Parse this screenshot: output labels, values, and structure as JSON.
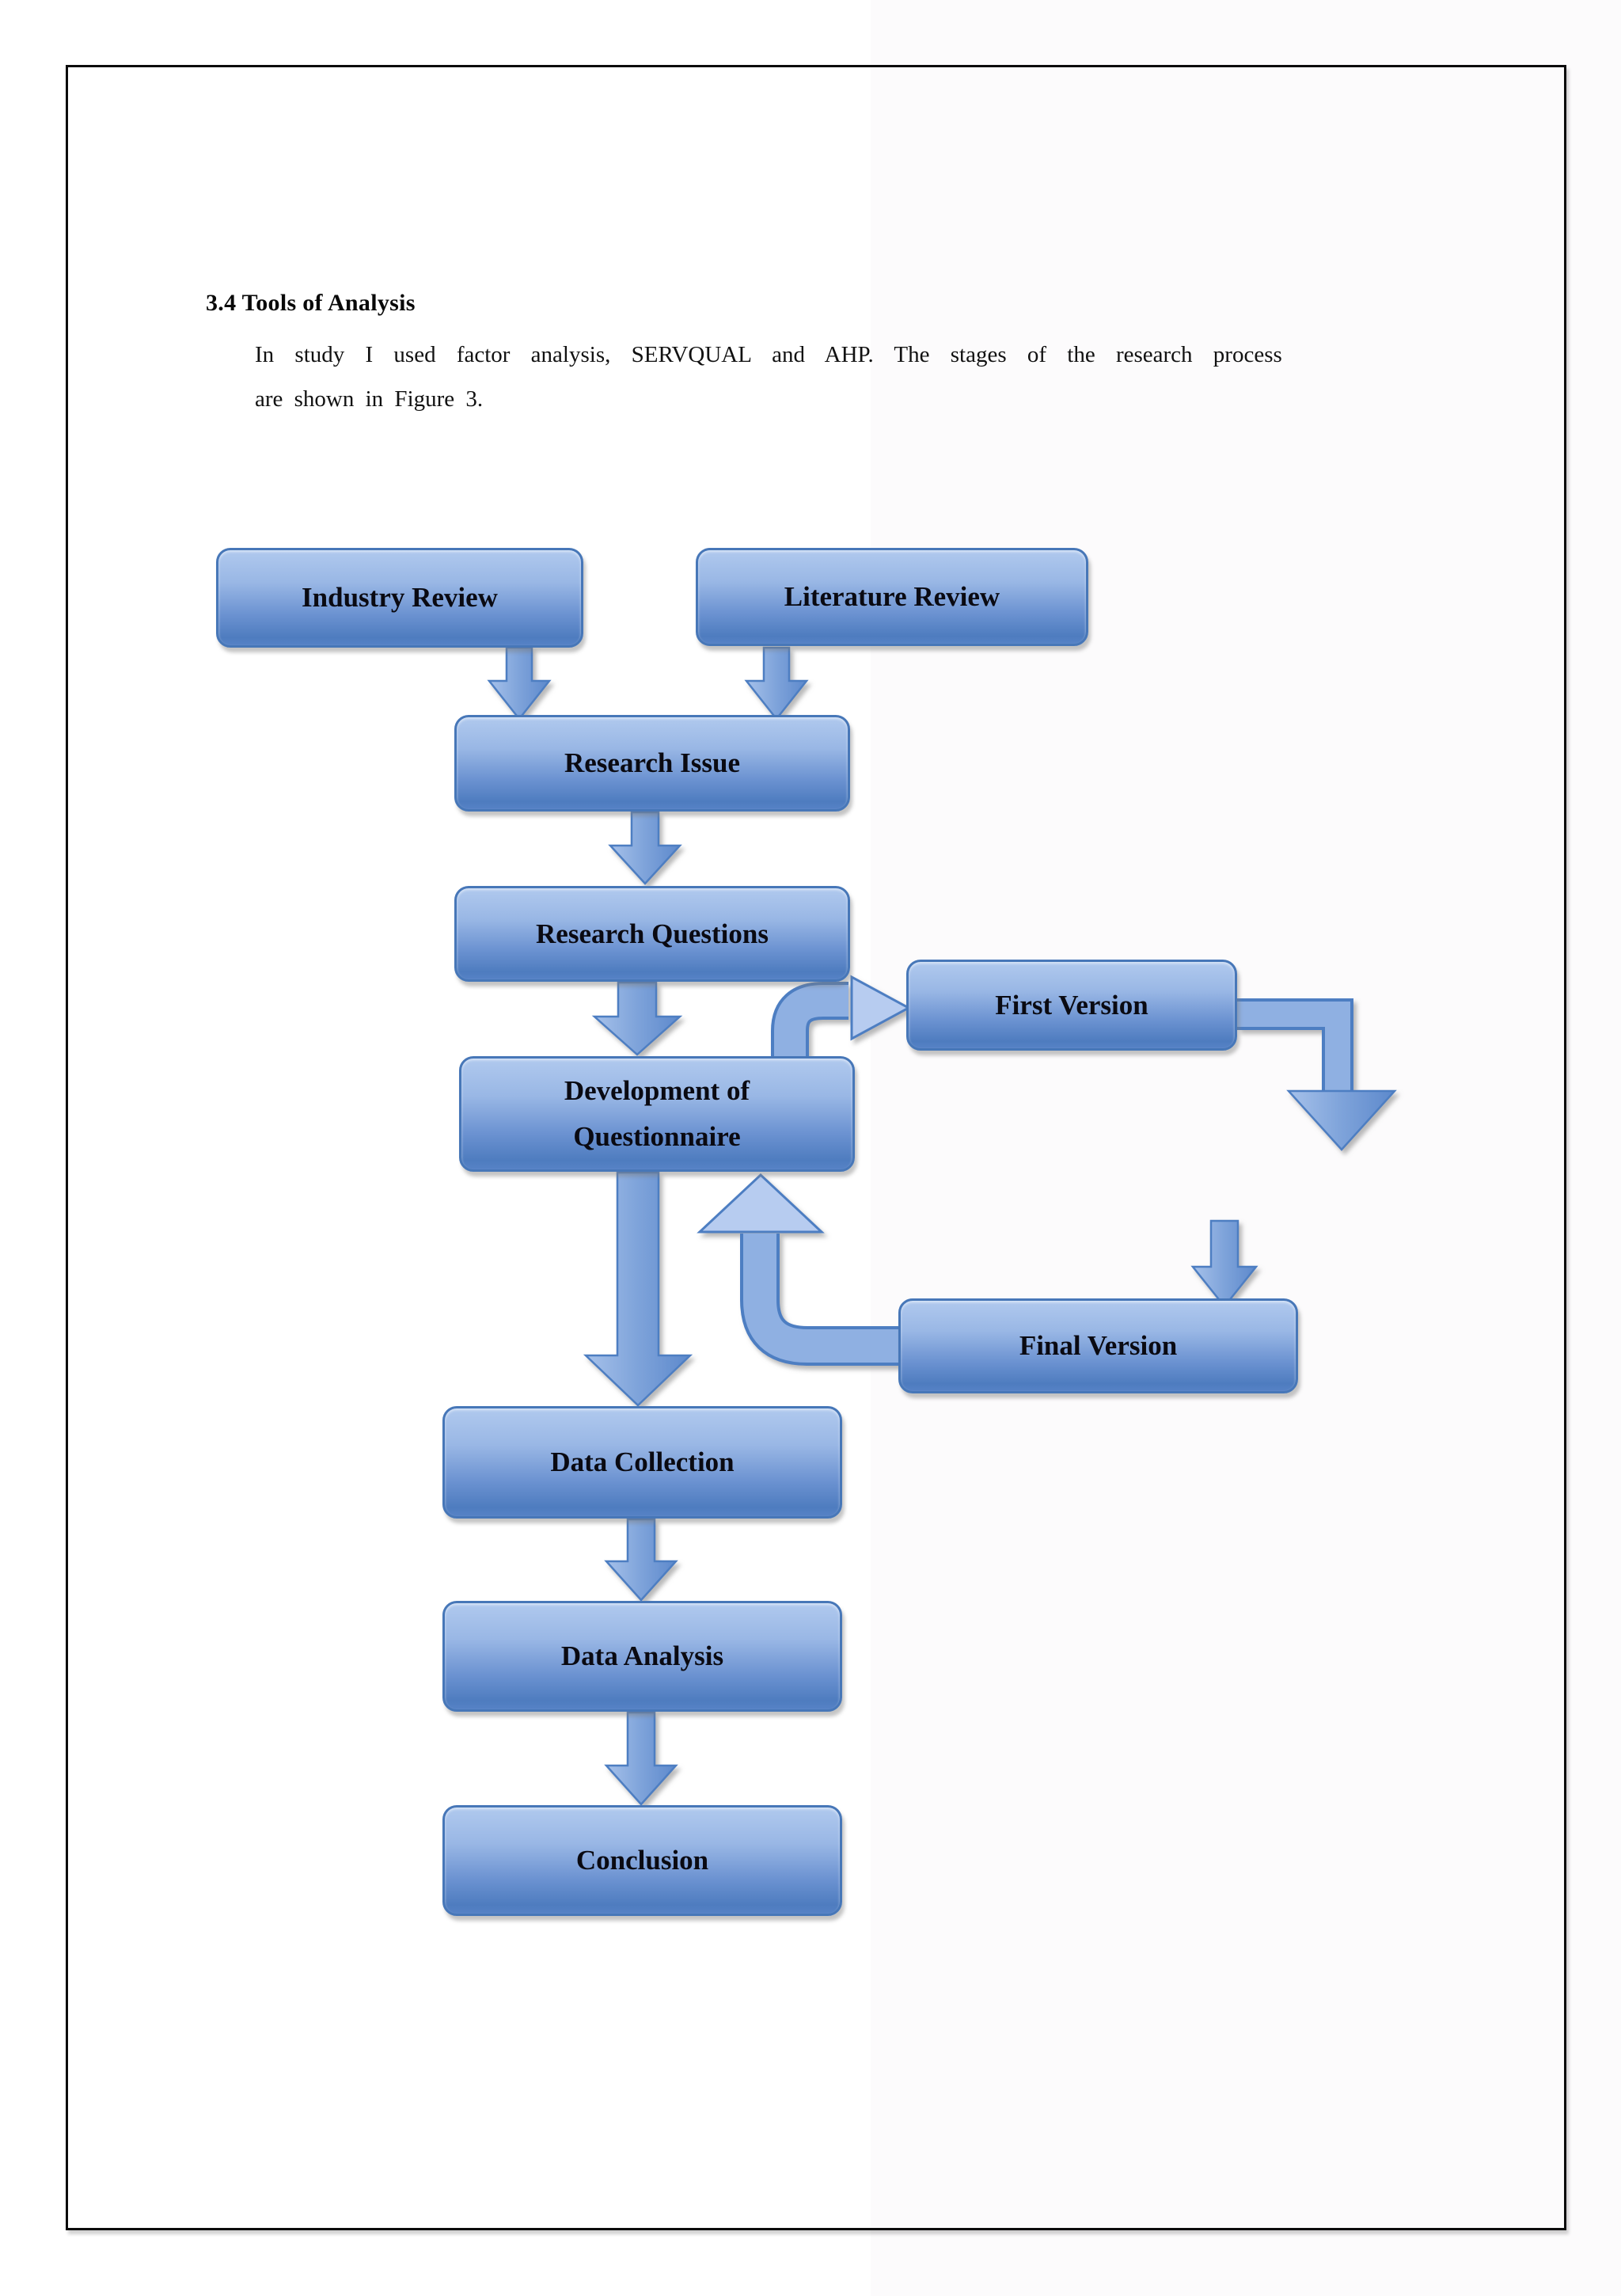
{
  "document": {
    "heading": "3.4 Tools of Analysis",
    "paragraph_lines": [
      "In study I used factor analysis,  SERVQUAL and AHP. The stages of the research process",
      "are shown in Figure 3."
    ]
  },
  "flowchart": {
    "nodes": [
      {
        "id": "industry-review",
        "label": "Industry Review"
      },
      {
        "id": "literature-review",
        "label": "Literature Review"
      },
      {
        "id": "research-issue",
        "label": "Research Issue"
      },
      {
        "id": "research-questions",
        "label": "Research Questions"
      },
      {
        "id": "first-version",
        "label": "First Version"
      },
      {
        "id": "development-of-questionnaire",
        "label": "Development of Questionnaire",
        "label_lines": [
          "Development of",
          "Questionnaire"
        ]
      },
      {
        "id": "final-version",
        "label": "Final Version"
      },
      {
        "id": "data-collection",
        "label": "Data Collection"
      },
      {
        "id": "data-analysis",
        "label": "Data Analysis"
      },
      {
        "id": "conclusion",
        "label": "Conclusion"
      }
    ],
    "edges": [
      {
        "from": "Industry Review",
        "to": "Research Issue"
      },
      {
        "from": "Literature Review",
        "to": "Research Issue"
      },
      {
        "from": "Research Issue",
        "to": "Research Questions"
      },
      {
        "from": "Research Questions",
        "to": "Development of Questionnaire"
      },
      {
        "from": "Development of Questionnaire",
        "to": "First Version"
      },
      {
        "from": "First Version",
        "to": "Final Version"
      },
      {
        "from": "Final Version",
        "to": "Development of Questionnaire"
      },
      {
        "from": "Development of Questionnaire",
        "to": "Data Collection"
      },
      {
        "from": "Data Collection",
        "to": "Data Analysis"
      },
      {
        "from": "Data Analysis",
        "to": "Conclusion"
      }
    ],
    "colors": {
      "box_border": "#4777b8",
      "box_fill_top": "#b0c9ee",
      "box_fill_bottom": "#4e7cbf",
      "arrow_fill": "#7ea3da",
      "arrow_border": "#4d7ec2",
      "arrowhead_light_fill": "#b7ccf0",
      "label_text": "#0a0a12",
      "page_frame": "#0b0b0b"
    }
  }
}
